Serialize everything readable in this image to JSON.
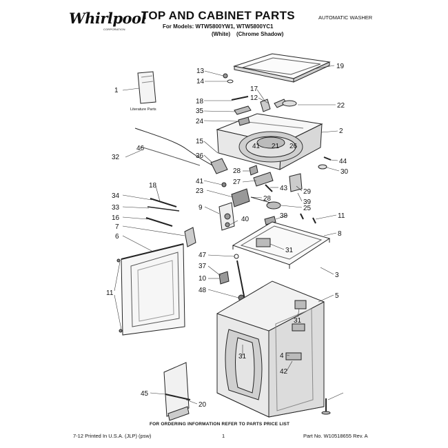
{
  "header": {
    "brand": "Whirlpool",
    "brand_sub": "CORPORATION",
    "title": "TOP AND CABINET PARTS",
    "models": "For Models: WTW5800YW1, WTW5800YC1",
    "colors": "(White)    (Chrome Shadow)",
    "doc_type": "AUTOMATIC WASHER"
  },
  "diagram": {
    "literature_label": "Literature Parts",
    "callouts": [
      "13",
      "14",
      "19",
      "17",
      "12",
      "18",
      "35",
      "22",
      "24",
      "1",
      "2",
      "15",
      "41",
      "21",
      "26",
      "46",
      "32",
      "36",
      "41",
      "28",
      "44",
      "30",
      "27",
      "43",
      "18",
      "23",
      "29",
      "28",
      "39",
      "25",
      "34",
      "33",
      "16",
      "7",
      "9",
      "40",
      "38",
      "11",
      "8",
      "6",
      "31",
      "47",
      "37",
      "10",
      "3",
      "48",
      "5",
      "11",
      "31",
      "31",
      "4",
      "42",
      "45",
      "20"
    ]
  },
  "footer": {
    "note": "FOR ORDERING INFORMATION REFER TO PARTS PRICE LIST",
    "printed": "7-12 Printed In U.S.A. (JLP) (psw)",
    "page": "1",
    "part_number": "Part No. W10518655 Rev. A"
  }
}
